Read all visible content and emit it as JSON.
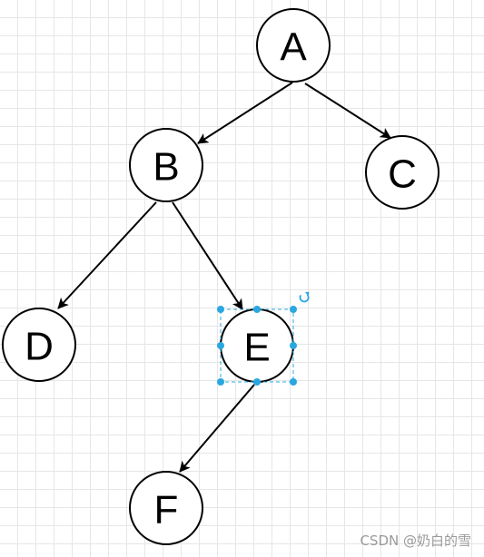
{
  "colors": {
    "stroke": "#000000",
    "fill": "#ffffff",
    "selection": "#29a8e0",
    "grid": "#e6e6e6"
  },
  "nodes": [
    {
      "id": "A",
      "label": "A"
    },
    {
      "id": "B",
      "label": "B"
    },
    {
      "id": "C",
      "label": "C"
    },
    {
      "id": "D",
      "label": "D"
    },
    {
      "id": "E",
      "label": "E"
    },
    {
      "id": "F",
      "label": "F"
    }
  ],
  "edges": [
    {
      "from": "A",
      "to": "B"
    },
    {
      "from": "A",
      "to": "C"
    },
    {
      "from": "B",
      "to": "D"
    },
    {
      "from": "B",
      "to": "E"
    },
    {
      "from": "E",
      "to": "F"
    }
  ],
  "selection": {
    "node": "E",
    "rotate_handle_icon": "rotate-icon"
  },
  "watermark": "CSDN @奶白的雪"
}
